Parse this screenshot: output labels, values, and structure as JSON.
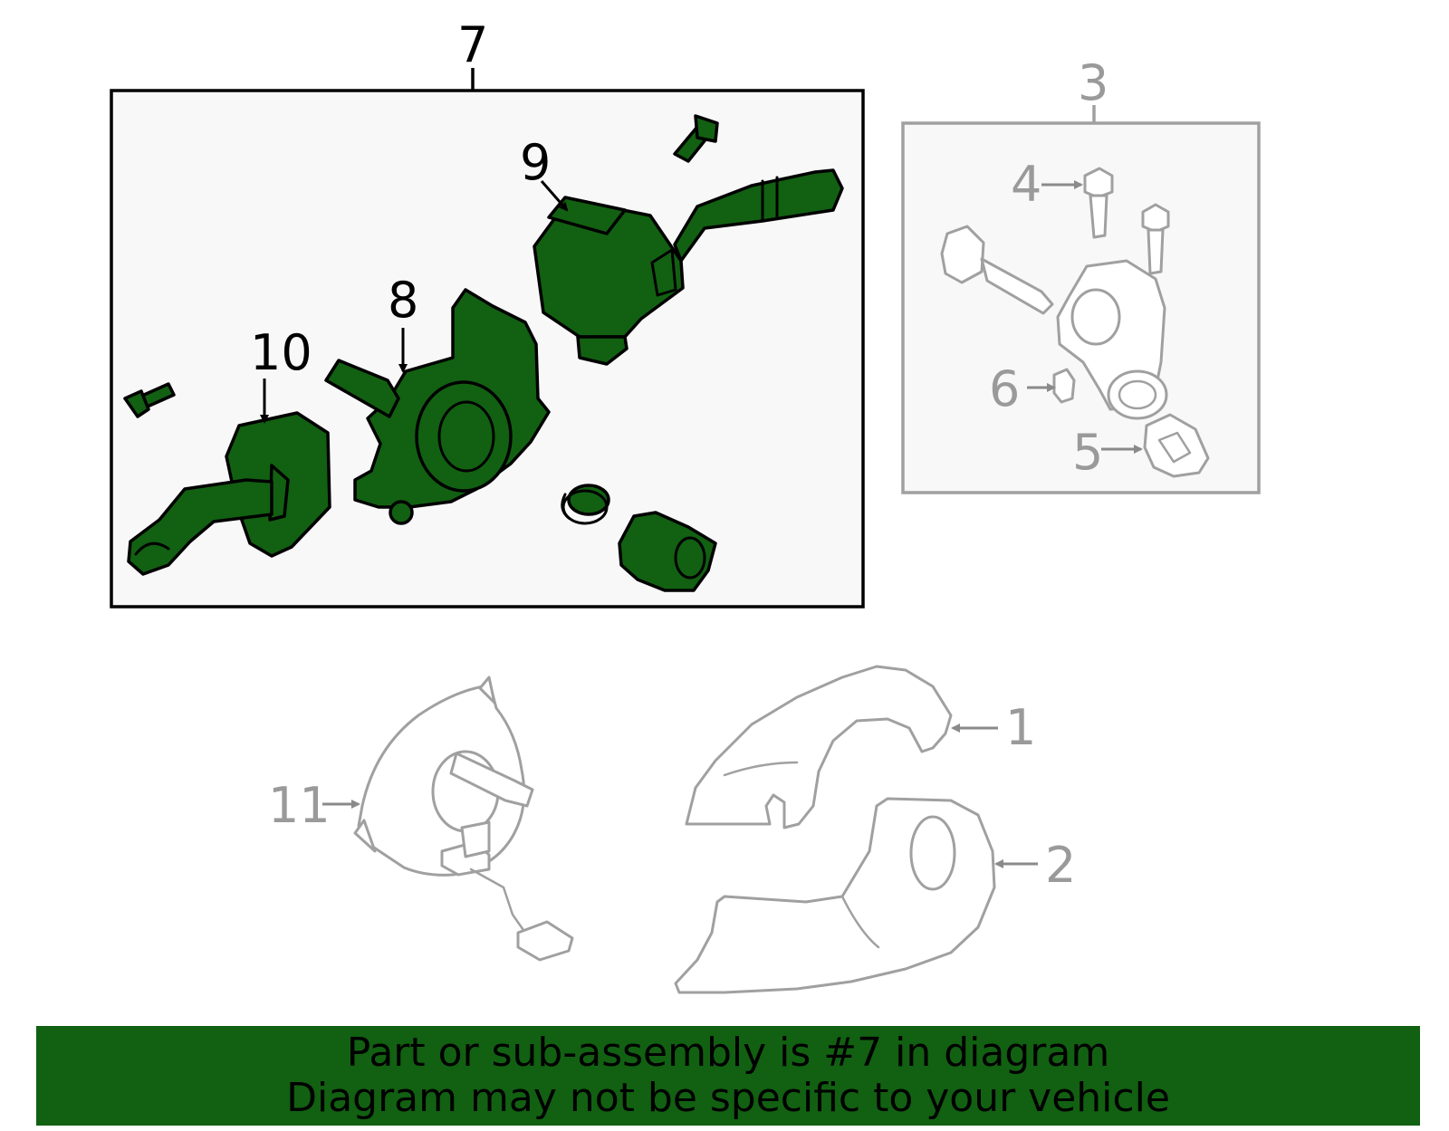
{
  "callouts": {
    "c1": "1",
    "c2": "2",
    "c3": "3",
    "c4": "4",
    "c5": "5",
    "c6": "6",
    "c7": "7",
    "c8": "8",
    "c9": "9",
    "c10": "10",
    "c11": "11"
  },
  "banner": {
    "line1": "Part or sub-assembly is #7 in diagram",
    "line2": "Diagram may not be specific to your vehicle"
  },
  "colors": {
    "highlight": "#126012",
    "ghost": "#a0a0a0",
    "panel": "#f8f8f8"
  }
}
